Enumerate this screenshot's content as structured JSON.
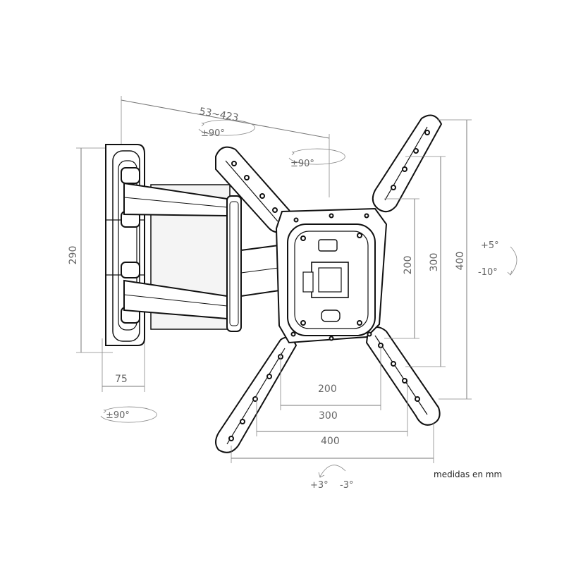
{
  "dimensions": {
    "arm_extension": "53~423",
    "wall_plate_height": "290",
    "wall_plate_width": "75",
    "vesa_h_200": "200",
    "vesa_h_300": "300",
    "vesa_h_400": "400",
    "vesa_v_200": "200",
    "vesa_v_300": "300",
    "vesa_v_400": "400"
  },
  "rotations": {
    "swivel_arm": "±90°",
    "swivel_head": "±90°",
    "swivel_wall": "±90°",
    "tilt_up": "+5°",
    "tilt_down": "-10°",
    "level_plus": "+3°",
    "level_minus": "-3°"
  },
  "units_note": "medidas en mm",
  "colors": {
    "line": "#111111",
    "dimension": "#777777",
    "text": "#666666",
    "metal_fill": "#ffffff"
  }
}
